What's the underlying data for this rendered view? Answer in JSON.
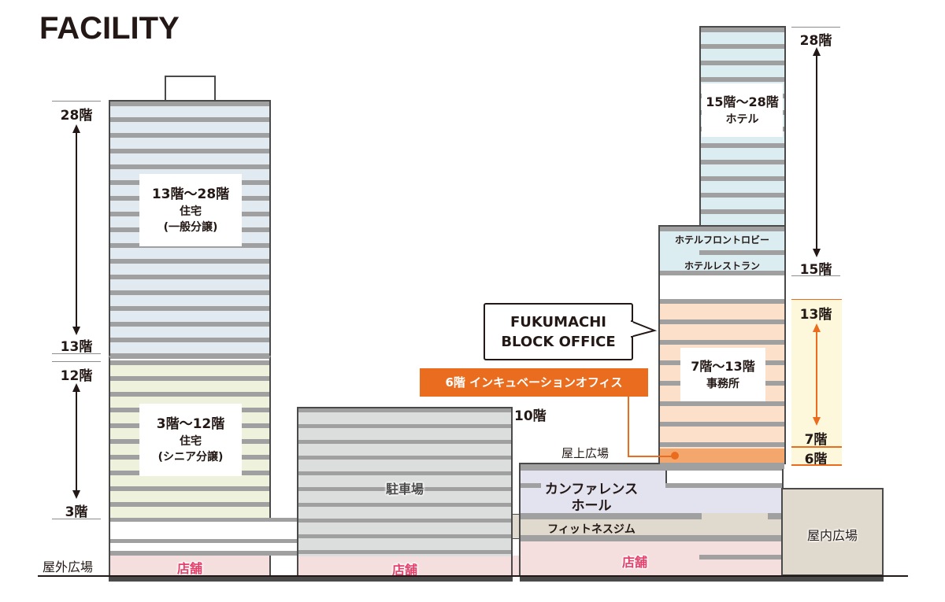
{
  "title": "FACILITY",
  "colors": {
    "outline": "#4a4a4a",
    "floor_line": "#a0a0a0",
    "residential_general": "#e2eaf1",
    "residential_senior": "#eef1dc",
    "parking": "#dcdddd",
    "shop": "#f4dede",
    "shop_text": "#e3416b",
    "conference": "#e3e2ef",
    "fitness": "#e0d9cd",
    "indoor_plaza": "#e0d9cd",
    "hotel": "#dcedf2",
    "office": "#fde0c9",
    "incubation": "#f4a76c",
    "accent_orange": "#ea6d1f",
    "highlight_yellow": "#fdf8dc"
  },
  "left_tower": {
    "floor_top": "28階",
    "floor_13": "13階",
    "floor_12": "12階",
    "floor_3": "3階",
    "upper_block": {
      "range": "13階〜28階",
      "use": "住宅",
      "detail": "(一般分譲)"
    },
    "lower_block": {
      "range": "3階〜12階",
      "use": "住宅",
      "detail": "(シニア分譲)"
    },
    "ground_shop": "店舗",
    "outdoor_plaza": "屋外広場"
  },
  "parking_building": {
    "label": "駐車場",
    "top_floor": "10階",
    "ground_shop": "店舗"
  },
  "right_podium": {
    "rooftop": "屋上広場",
    "conference_line1": "カンファレンス",
    "conference_line2": "ホール",
    "fitness": "フィットネスジム",
    "ground_shop": "店舗",
    "indoor_plaza": "屋内広場"
  },
  "right_tower": {
    "floor_28": "28階",
    "floor_15": "15階",
    "floor_13": "13階",
    "floor_7": "7階",
    "floor_6": "6階",
    "hotel_block": {
      "range": "15階〜28階",
      "use": "ホテル"
    },
    "hotel_lobby": "ホテルフロントロビー",
    "hotel_restaurant": "ホテルレストラン",
    "office_block": {
      "range": "7階〜13階",
      "use": "事務所"
    }
  },
  "callouts": {
    "fukumachi_line1": "FUKUMACHI",
    "fukumachi_line2": "BLOCK OFFICE",
    "incubation": "6階 インキュベーションオフィス"
  }
}
